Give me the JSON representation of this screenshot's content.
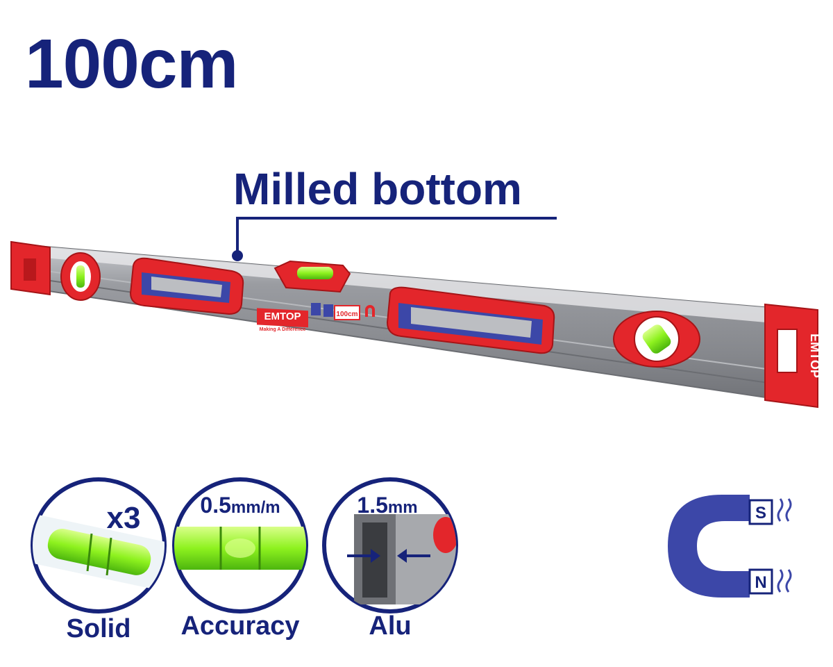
{
  "headline": "100cm",
  "callout": "Milled bottom",
  "product": {
    "brand": "EMTOP",
    "slogan": "Making A Difference",
    "size_tag": "100cm",
    "end_brand": "EMTOP"
  },
  "features": [
    {
      "badge": "x3",
      "label": "Solid",
      "icon": "bubble-vial-icon"
    },
    {
      "badge_value": "0.5",
      "badge_unit": "mm/m",
      "label": "Accuracy",
      "icon": "level-vial-icon"
    },
    {
      "badge_value": "1.5",
      "badge_unit": "mm",
      "label": "Alu",
      "icon": "aluminum-profile-icon"
    }
  ],
  "magnet": {
    "pole_top": "S",
    "pole_bottom": "N",
    "icon": "magnet-icon"
  },
  "colors": {
    "navy": "#16237a",
    "red": "#e3262b",
    "blue": "#3c47a8",
    "gray": "#8d8f94",
    "vial": "#8ef21f"
  }
}
